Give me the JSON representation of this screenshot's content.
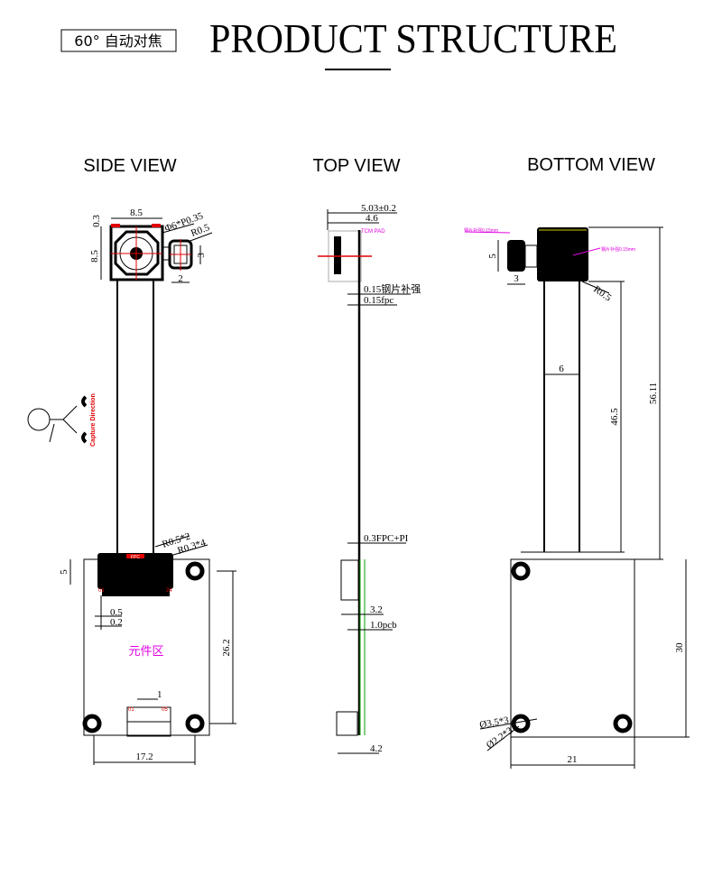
{
  "header": {
    "badge": "60° 自动对焦",
    "title": "PRODUCT STRUCTURE"
  },
  "views": {
    "side": "SIDE VIEW",
    "top": "TOP VIEW",
    "bottom": "BOTTOM VIEW"
  },
  "side_view": {
    "dim_width_top": "8.5",
    "dim_offset": "0.3",
    "dim_height": "8.5",
    "dim_lens": "Φ6*P0.35",
    "dim_radius": "R0.5",
    "dim_side_h": "3",
    "dim_side_w": "2",
    "capture_direction": "Capture Direction",
    "dim_r1": "R0.5*2",
    "dim_r2": "R0.3*4",
    "connector_label": "FPC",
    "pin_start": "01",
    "pin_end": "24",
    "dim_conn_h": "5",
    "dim_pitch": "0.5",
    "dim_pin": "0.2",
    "component_area": "元件区",
    "dim_board_h": "26.2",
    "dim_small_pitch": "1",
    "small_pin_start": "01",
    "small_pin_end": "05",
    "dim_hole_span": "17.2"
  },
  "top_view": {
    "dim_total": "5.03±0.2",
    "dim_lens": "4.6",
    "pad_label": "TCM PAD",
    "dim_stiffener": "0.15钢片补强",
    "dim_fpc": "0.15fpc",
    "dim_fpc_pi": "0.3FPC+PI",
    "dim_comp": "3.2",
    "dim_pcb": "1.0pcb",
    "dim_total_bottom": "4.2"
  },
  "bottom_view": {
    "steel_left": "钢片补强0.15mm",
    "steel_right": "钢片补强0.15mm",
    "dim_side_h": "5",
    "dim_side_w": "3",
    "dim_radius": "R0.5",
    "dim_flex_w": "6",
    "dim_flex_len": "46.5",
    "dim_total": "56.11",
    "dim_board_h": "30",
    "dim_hole_outer": "Ø3.5*3",
    "dim_hole_inner": "Ø2.2*3",
    "dim_board_w": "21"
  },
  "colors": {
    "accent_red": "#e00000",
    "magenta": "#e000e0",
    "green": "#00a000"
  }
}
